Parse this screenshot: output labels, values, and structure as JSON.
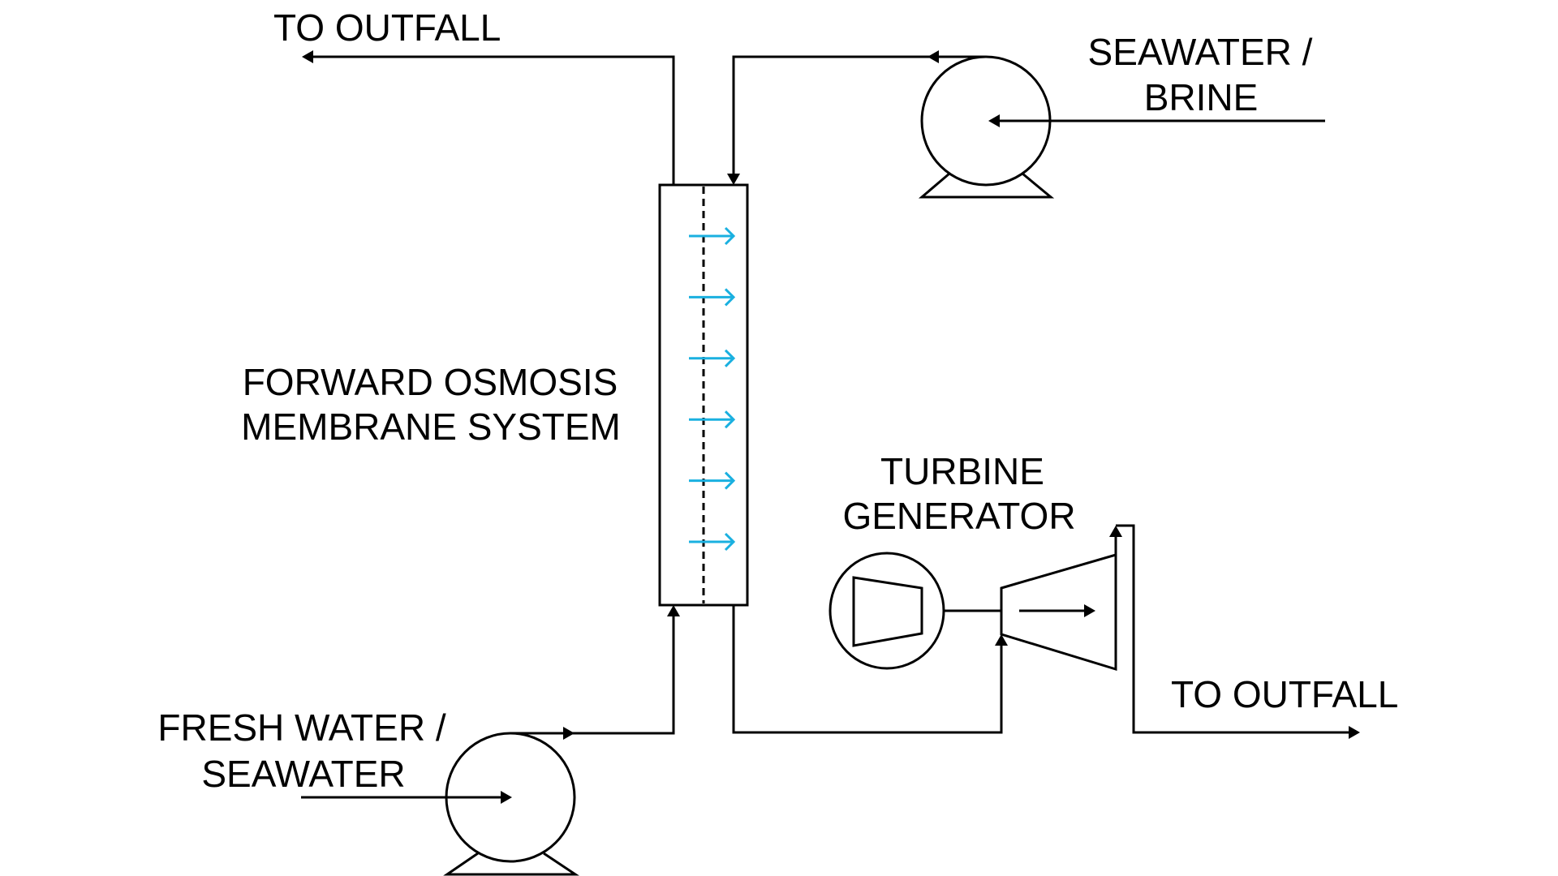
{
  "diagram": {
    "title": "Forward osmosis power generation process flow",
    "colors": {
      "line": "#000000",
      "water_flux_arrow": "#1ab0e0",
      "background": "#ffffff"
    },
    "labels": {
      "outfall_top": "TO OUTFALL",
      "seawater_brine_line1": "SEAWATER /",
      "seawater_brine_line2": "BRINE",
      "membrane_line1": "FORWARD OSMOSIS",
      "membrane_line2": "MEMBRANE SYSTEM",
      "turbine_line1": "TURBINE",
      "turbine_line2": "GENERATOR",
      "outfall_bottom": "TO OUTFALL",
      "fresh_line1": "FRESH WATER /",
      "fresh_line2": "SEAWATER"
    },
    "components": [
      {
        "id": "seawater-brine-pump",
        "type": "pump-icon"
      },
      {
        "id": "fresh-water-pump",
        "type": "pump-icon"
      },
      {
        "id": "fo-membrane",
        "type": "membrane-vessel",
        "flux_arrow_count": 6
      },
      {
        "id": "generator",
        "type": "generator-icon"
      },
      {
        "id": "turbine",
        "type": "turbine-icon"
      }
    ],
    "flows": [
      {
        "from": "SEAWATER / BRINE",
        "to": "seawater-brine-pump"
      },
      {
        "from": "seawater-brine-pump",
        "to": "fo-membrane (draw side top)"
      },
      {
        "from": "fo-membrane (feed side top)",
        "to": "TO OUTFALL"
      },
      {
        "from": "FRESH WATER / SEAWATER",
        "to": "fresh-water-pump"
      },
      {
        "from": "fresh-water-pump",
        "to": "fo-membrane (feed side bottom)"
      },
      {
        "from": "fo-membrane (draw side bottom)",
        "to": "turbine"
      },
      {
        "from": "turbine",
        "to": "TO OUTFALL"
      }
    ]
  }
}
